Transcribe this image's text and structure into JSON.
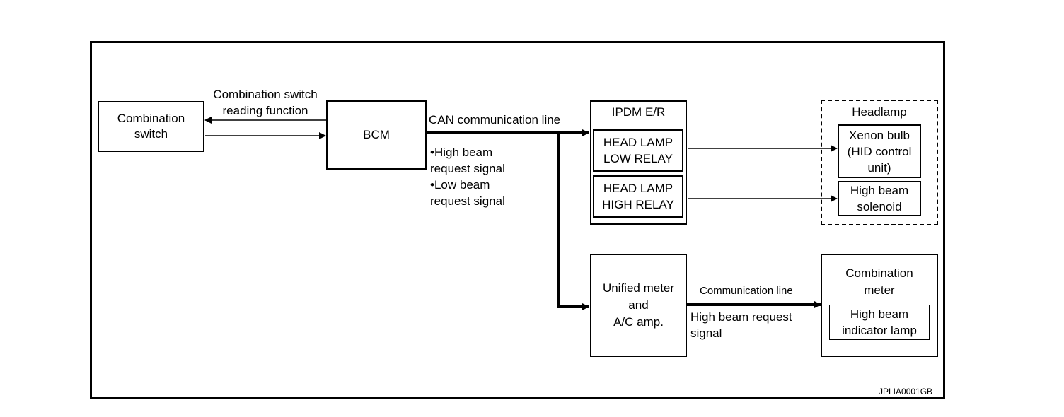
{
  "diagram": {
    "combination_switch": "Combination\nswitch",
    "bcm": "BCM",
    "switch_reading_label": "Combination switch\nreading function",
    "can_line_label": "CAN communication line",
    "bcm_signals_label": "•High beam\n  request signal\n•Low beam\n  request signal",
    "ipdm_title": "IPDM E/R",
    "head_lamp_low_relay": "HEAD LAMP\nLOW RELAY",
    "head_lamp_high_relay": "HEAD LAMP\nHIGH RELAY",
    "headlamp_title": "Headlamp",
    "xenon_bulb": "Xenon bulb\n(HID control\nunit)",
    "high_beam_solenoid": "High beam\nsolenoid",
    "unified_meter": "Unified meter\nand\nA/C amp.",
    "communication_line_label": "Communication line",
    "high_beam_request_label": "High beam request\nsignal",
    "combination_meter_title": "Combination\nmeter",
    "high_beam_indicator": "High beam\nindicator lamp",
    "figure_id": "JPLIA0001GB"
  }
}
